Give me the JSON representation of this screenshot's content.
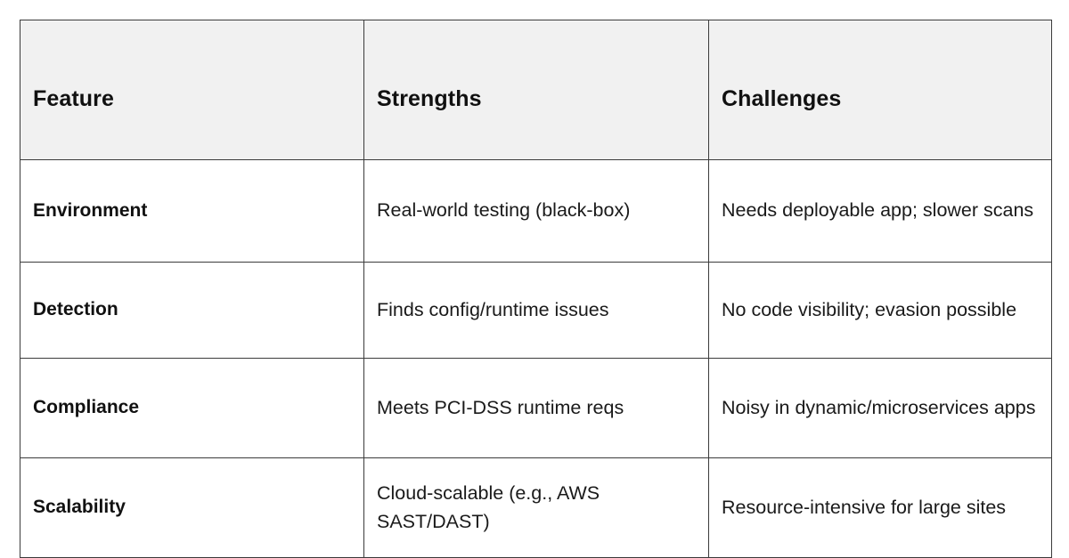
{
  "table": {
    "columns": [
      {
        "key": "feature",
        "label": "Feature"
      },
      {
        "key": "strengths",
        "label": "Strengths"
      },
      {
        "key": "challenges",
        "label": "Challenges"
      }
    ],
    "rows": [
      {
        "feature": "Environment",
        "strengths": "Real-world testing (black-box)",
        "challenges": "Needs deployable app; slower scans"
      },
      {
        "feature": "Detection",
        "strengths": "Finds config/runtime issues",
        "challenges": "No code visibility; evasion possible"
      },
      {
        "feature": "Compliance",
        "strengths": "Meets PCI-DSS runtime reqs",
        "challenges": "Noisy in dynamic/microservices apps"
      },
      {
        "feature": "Scalability",
        "strengths": "Cloud-scalable (e.g., AWS SAST/DAST)",
        "challenges": "Resource-intensive for large sites"
      }
    ]
  },
  "colors": {
    "header_background": "#f1f1f1",
    "border": "#3b3b3b",
    "text": "#1a1a1a",
    "page_background": "#ffffff"
  }
}
